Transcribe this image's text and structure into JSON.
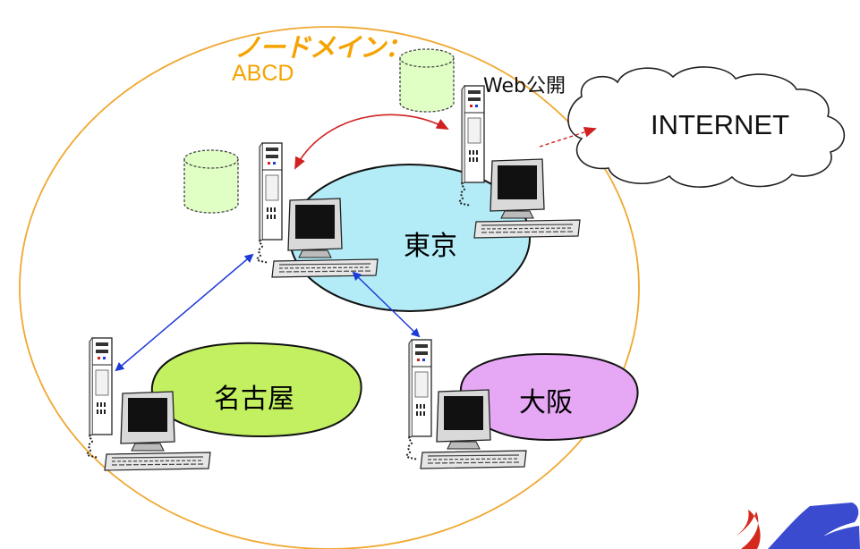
{
  "domain": {
    "title": "ノードメイン：",
    "name": "ABCD",
    "boundary_color": "#f0a830"
  },
  "web_publish_label": "Web公開",
  "internet_label": "INTERNET",
  "sites": {
    "tokyo": {
      "label": "東京",
      "color": "#b3ecf7"
    },
    "nagoya": {
      "label": "名古屋",
      "color": "#c2f060"
    },
    "osaka": {
      "label": "大阪",
      "color": "#e6a8f5"
    }
  },
  "colors": {
    "database": "#e0ffc4",
    "link_internal": "#1c3ad8",
    "link_replication": "#d02020",
    "logo_red": "#d42a1e",
    "logo_blue": "#3a4bd0"
  },
  "icons": [
    "database-icon",
    "server-icon",
    "computer-icon",
    "cloud-icon",
    "logo-icon"
  ]
}
